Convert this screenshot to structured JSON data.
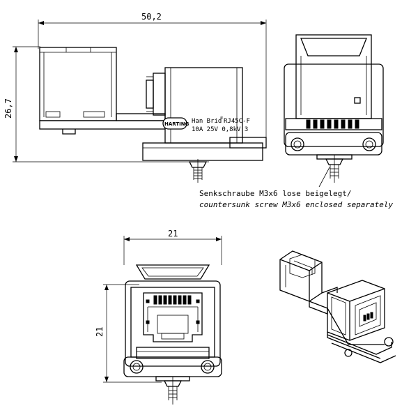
{
  "dimensions": {
    "side_view_width": "50,2",
    "side_view_height": "26,7",
    "front_view_width": "21",
    "front_view_height": "21"
  },
  "label": {
    "brand": "HARTING",
    "product_line1": "Han Brid",
    "product_model": "RJ45C-F",
    "product_line2": "10A 25V 0,8kV 3",
    "registered_mark": "®"
  },
  "note": {
    "german": "Senkschraube M3x6 lose beigelegt/",
    "english": "countersunk screw M3x6 enclosed separately"
  }
}
